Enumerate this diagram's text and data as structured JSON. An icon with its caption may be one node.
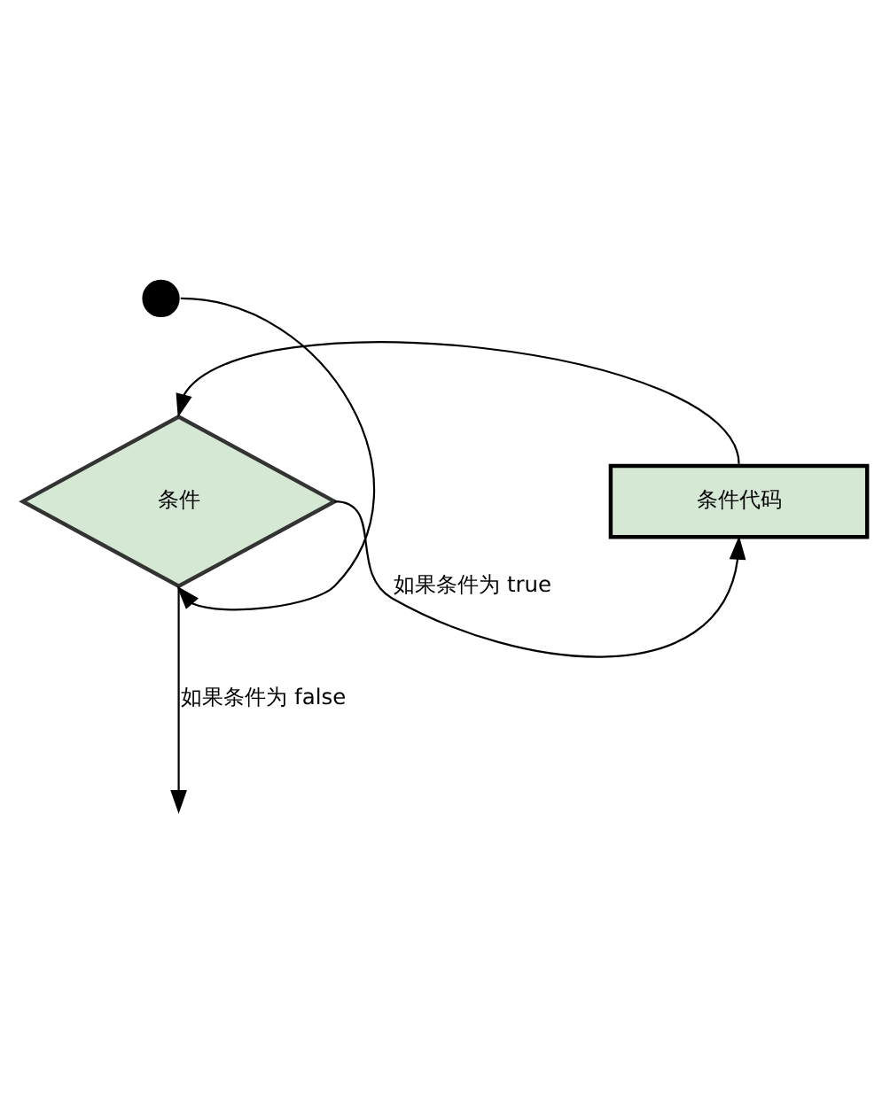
{
  "diagram": {
    "nodes": [
      {
        "text": [],
        "shape": "circle"
      },
      {
        "text": [
          "条件"
        ]
      },
      {
        "text": [
          "条件代码"
        ]
      }
    ],
    "edges": [
      {
        "from": 0,
        "to": 1,
        "arrow": "to"
      },
      {
        "from": 1,
        "to": 2,
        "arrow": "to",
        "label": "如果条件为 true"
      },
      {
        "from": 2,
        "to": 1,
        "arrow": "to"
      },
      {
        "from": 1,
        "to": null,
        "arrow": "to",
        "label": "如果条件为 false"
      }
    ]
  }
}
